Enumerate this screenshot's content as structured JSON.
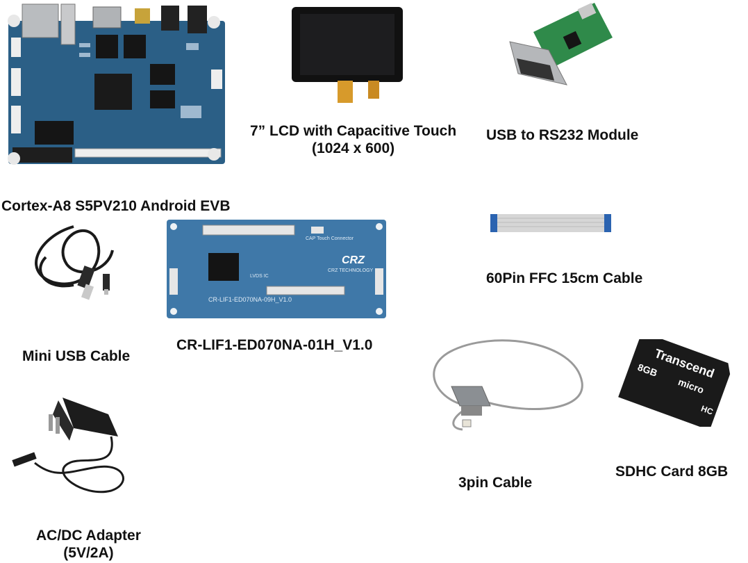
{
  "items": {
    "evb": {
      "label": "Cortex-A8 S5PV210 Android EVB"
    },
    "lcd": {
      "label_line1": "7” LCD with Capacitive Touch",
      "label_line2": "(1024 x 600)"
    },
    "usb_rs232": {
      "label": "USB to RS232 Module"
    },
    "ffc": {
      "label": "60Pin FFC 15cm Cable"
    },
    "mini_usb": {
      "label": "Mini USB Cable"
    },
    "lif_board": {
      "label": "CR-LIF1-ED070NA-01H_V1.0",
      "board_text": "CR-LIF1-ED070NA-09H_V1.0",
      "logo": "CRZ",
      "logo_sub": "CRZ TECHNOLOGY",
      "conn_text": "CAP Touch Connector",
      "chip_text": "LVDS IC"
    },
    "pin3": {
      "label": "3pin Cable"
    },
    "sdhc": {
      "label": "SDHC Card 8GB",
      "card_brand": "Transcend",
      "card_cap": "8GB",
      "card_type": "micro",
      "card_hc": "HC"
    },
    "adapter": {
      "label_line1": "AC/DC Adapter",
      "label_line2": "(5V/2A)"
    }
  },
  "colors": {
    "pcb_blue": "#2b5f86",
    "pcb_light": "#3f78a8",
    "lcd_black": "#111111",
    "flex_orange": "#d79a2b",
    "green_pcb": "#2f8a4a",
    "label": "#111111"
  }
}
